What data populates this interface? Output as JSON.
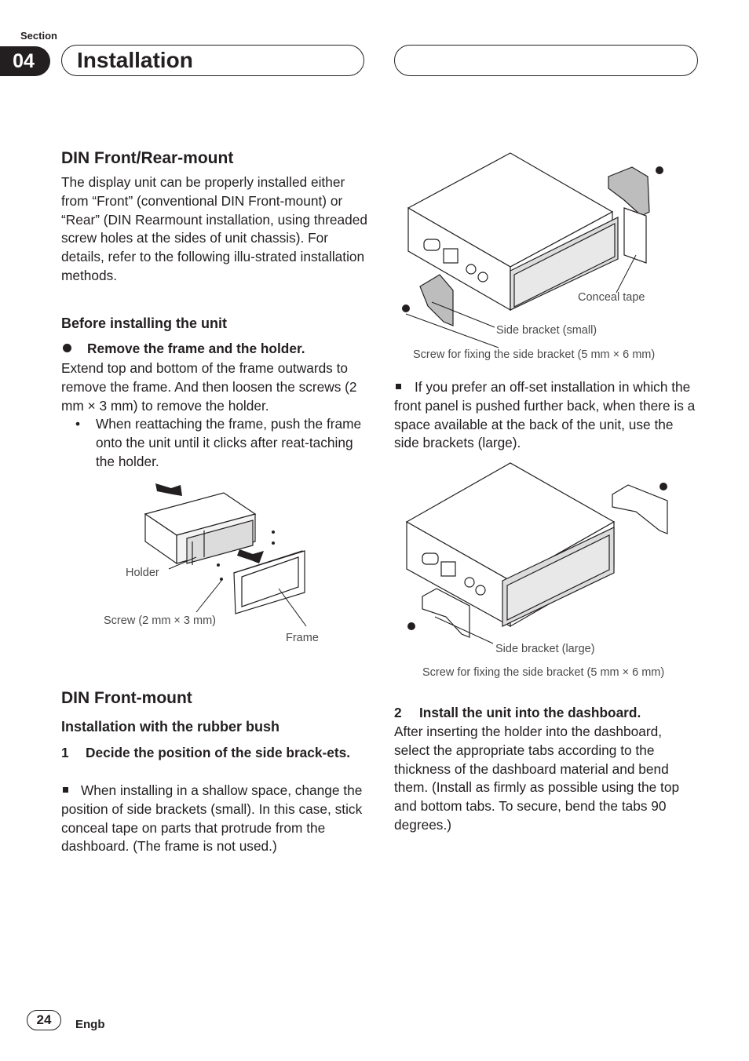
{
  "header": {
    "section_label": "Section",
    "section_number": "04",
    "title": "Installation"
  },
  "din_front_rear": {
    "heading": "DIN Front/Rear-mount",
    "intro": "The display unit can be properly installed either from “Front” (conventional DIN Front-mount) or “Rear” (DIN Rearmount installation, using threaded screw holes at the sides of unit chassis). For details, refer to the following illu-strated installation methods.",
    "before_heading": "Before installing the unit",
    "remove_bullet": "Remove the frame and the holder.",
    "remove_text": "Extend top and bottom of the frame outwards to remove the frame. And then loosen the screws (2 mm × 3 mm) to remove the holder.",
    "reattach_note": "When reattaching the frame, push the frame onto the unit until it clicks after reat-taching the holder."
  },
  "fig1": {
    "holder": "Holder",
    "screw": "Screw (2 mm × 3 mm)",
    "frame": "Frame"
  },
  "din_front": {
    "heading": "DIN Front-mount",
    "sub_heading": "Installation with the rubber bush",
    "step1_num": "1",
    "step1_title": "Decide the position of the side brack-ets.",
    "step1_note": "When installing in a shallow space, change the position of side brackets (small). In this case, stick conceal tape on parts that protrude from the dashboard. (The frame is not used.)"
  },
  "fig2": {
    "conceal_tape": "Conceal tape",
    "side_bracket_small": "Side bracket (small)",
    "screw_fix": "Screw for fixing the side bracket (5 mm × 6 mm)"
  },
  "offset_note": "If you prefer an off-set installation in which the front panel is pushed further back, when there is a space available at the back of the unit, use the side brackets (large).",
  "fig3": {
    "side_bracket_large": "Side bracket (large)",
    "screw_fix": "Screw for fixing the side bracket (5 mm × 6 mm)"
  },
  "step2": {
    "num": "2",
    "title": "Install the unit into the dashboard.",
    "text": "After inserting the holder into the dashboard, select the appropriate tabs according to the thickness of the dashboard material and bend them. (Install as firmly as possible using the top and bottom tabs. To secure, bend the tabs 90 degrees.)"
  },
  "footer": {
    "page_number": "24",
    "lang": "Engb"
  }
}
